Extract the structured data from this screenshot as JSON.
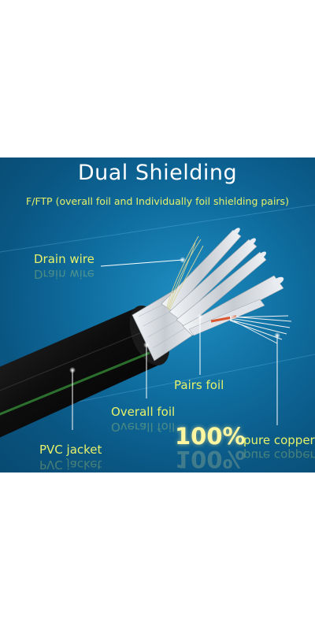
{
  "banner": {
    "title": "Dual Shielding",
    "subtitle": "F/FTP (overall foil and Individually foil shielding pairs)"
  },
  "labels": {
    "drain_wire": "Drain wire",
    "pairs_foil": "Pairs foil",
    "overall_foil": "Overall foil",
    "pvc_jacket": "PVC jacket",
    "percent": "100%",
    "pure_copper": "pure copper"
  },
  "colors": {
    "background": "#0f6d9f",
    "label_text": "#e6f26a",
    "title_text": "#ffffff",
    "jacket": "#111111",
    "foil": "#d9dde2",
    "copper": "#d9572f"
  }
}
